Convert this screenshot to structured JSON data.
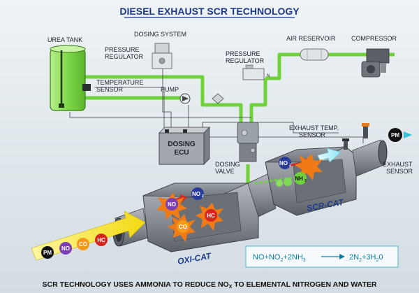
{
  "title": "DIESEL EXHAUST SCR TECHNOLOGY",
  "labels": {
    "urea_tank": "UREA TANK",
    "dosing_system": "DOSING SYSTEM",
    "pressure_regulator_1_l1": "PRESSURE",
    "pressure_regulator_1_l2": "REGULATOR",
    "temperature_sensor_l1": "TEMPERATURE",
    "temperature_sensor_l2": "SENSOR",
    "pump": "PUMP",
    "pressure_regulator_2_l1": "PRESSURE",
    "pressure_regulator_2_l2": "REGULATOR",
    "air_reservoir": "AIR RESERVOIR",
    "compressor": "COMPRESSOR",
    "dosing_ecu_l1": "DOSING",
    "dosing_ecu_l2": "ECU",
    "exhaust_temp_sensor_l1": "EXHAUST TEMP.",
    "exhaust_temp_sensor_l2": "SENSOR",
    "dosing_valve_l1": "DOSING",
    "dosing_valve_l2": "VALVE",
    "exhaust_sensor_l1": "EXHAUST",
    "exhaust_sensor_l2": "SENSOR",
    "oxi_cat": "OXI-CAT",
    "scr_cat": "SCR-CAT"
  },
  "molecules": {
    "pm": "PM",
    "no": "NO",
    "co": "CO",
    "hc": "HC",
    "no2": "NO",
    "nh3": "NH",
    "sub2": "2",
    "sub3": "3"
  },
  "equation": {
    "left": "NO+NO",
    "left_sub": "2",
    "left_rest": "+2NH",
    "left_sub2": "3",
    "right": "2N",
    "right_sub": "2",
    "right_rest": "+3H",
    "right_sub2": "2",
    "right_end": "0"
  },
  "footer": {
    "part1": "SCR TECHNOLOGY USES AMMONIA TO REDUCE NO",
    "sub": "X",
    "part2": " TO ELEMENTAL NITROGEN AND WATER"
  },
  "colors": {
    "green_line": "#6fd23a",
    "tank_fill": "#7fd84a",
    "title_blue": "#1e3a8a",
    "cat_body": "#8a8f96",
    "arrow_yellow": "#f5e11a",
    "equation_cyan": "#0b7fa5"
  }
}
